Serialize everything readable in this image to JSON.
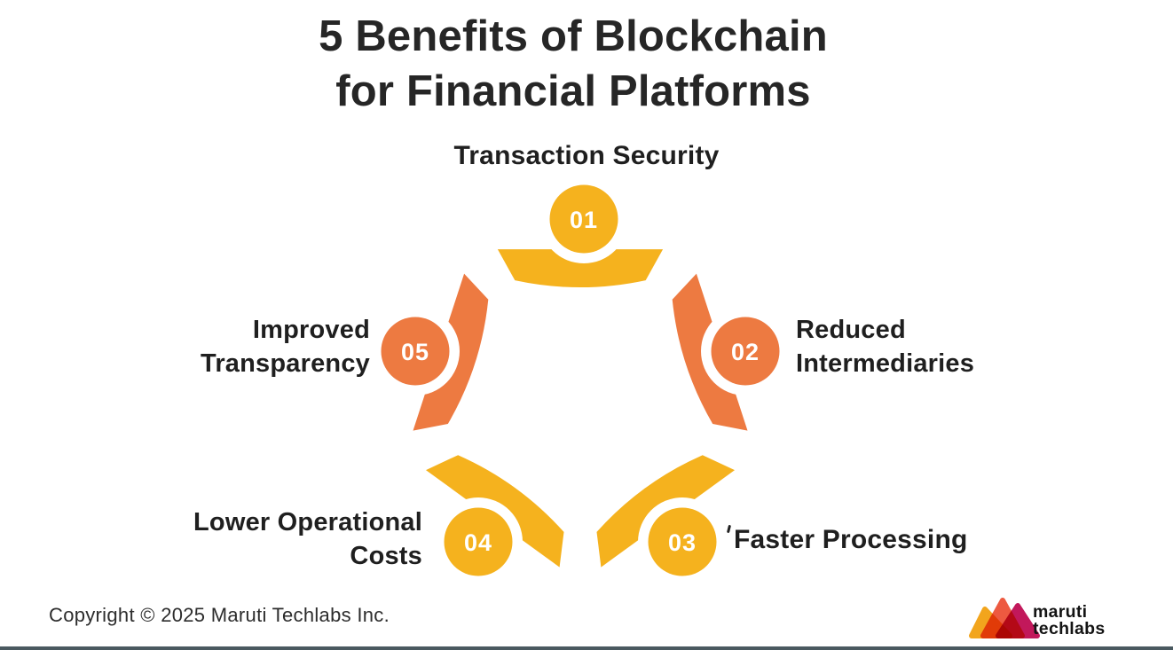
{
  "page": {
    "title": "5 Benefits of Blockchain\nfor Financial Platforms",
    "title_color": "#262626",
    "background": "#FFFFFF",
    "bottom_rule_color": "#4A5960"
  },
  "diagram": {
    "type": "circular-benefits-cycle",
    "item_count": 5,
    "number_text_color": "#FFFFFF",
    "label_color": "#1F1F1F",
    "items": [
      {
        "num": "01",
        "title": "Transaction Security",
        "color": "#F5B21E",
        "position": "top"
      },
      {
        "num": "02",
        "title": "Reduced\nIntermediaries",
        "color": "#ED7A41",
        "position": "right"
      },
      {
        "num": "03",
        "title": "Faster Processing",
        "color": "#F5B21E",
        "position": "bottom-right"
      },
      {
        "num": "04",
        "title": "Lower Operational\nCosts",
        "color": "#F5B21E",
        "position": "bottom-left"
      },
      {
        "num": "05",
        "title": "Improved\nTransparency",
        "color": "#ED7A41",
        "position": "left"
      }
    ]
  },
  "footer": {
    "copyright": "Copyright © 2025 Maruti Techlabs Inc.",
    "logo": {
      "line1": "maruti",
      "line2": "techlabs",
      "text_color": "#141414",
      "mark_colors": [
        "#F2A51D",
        "#ED5A40",
        "#C2185B"
      ]
    }
  }
}
